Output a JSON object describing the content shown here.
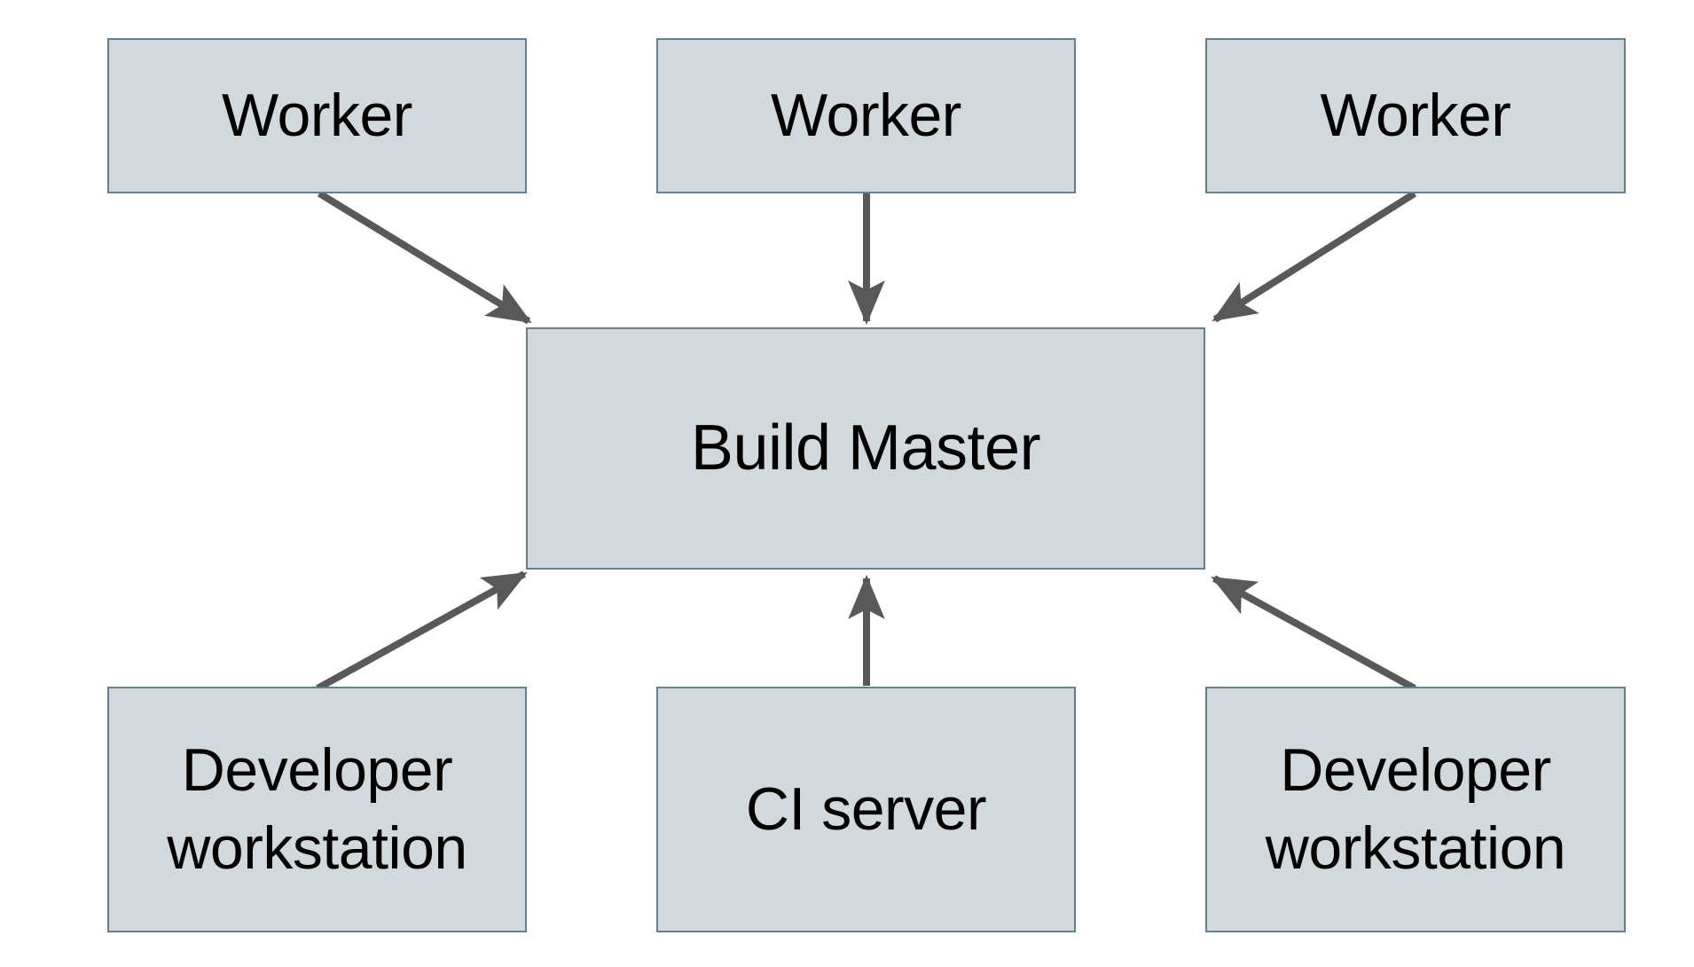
{
  "diagram": {
    "background_color": "#ffffff",
    "node_fill_color": "#d2d9dc",
    "node_border_color": "#64808e",
    "arrow_color": "#595959",
    "text_color": "#000000",
    "nodes": [
      {
        "id": "worker-1",
        "label": "Worker"
      },
      {
        "id": "worker-2",
        "label": "Worker"
      },
      {
        "id": "worker-3",
        "label": "Worker"
      },
      {
        "id": "build-master",
        "label": "Build Master"
      },
      {
        "id": "developer-workstation-left",
        "label": "Developer workstation"
      },
      {
        "id": "ci-server",
        "label": "CI server"
      },
      {
        "id": "developer-workstation-right",
        "label": "Developer workstation"
      }
    ],
    "edges": [
      {
        "from": "worker-1",
        "to": "build-master",
        "direction": "down-right"
      },
      {
        "from": "worker-2",
        "to": "build-master",
        "direction": "down"
      },
      {
        "from": "worker-3",
        "to": "build-master",
        "direction": "down-left"
      },
      {
        "from": "developer-workstation-left",
        "to": "build-master",
        "direction": "up-right"
      },
      {
        "from": "ci-server",
        "to": "build-master",
        "direction": "up"
      },
      {
        "from": "developer-workstation-right",
        "to": "build-master",
        "direction": "up-left"
      }
    ]
  }
}
